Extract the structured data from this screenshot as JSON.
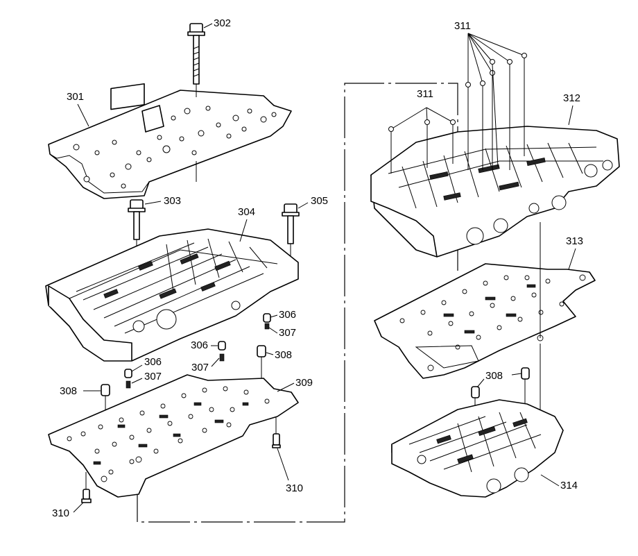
{
  "diagram": {
    "callouts": {
      "c301": "301",
      "c302": "302",
      "c303": "303",
      "c304": "304",
      "c305": "305",
      "c306a": "306",
      "c307a": "307",
      "c306b": "306",
      "c307b": "307",
      "c306c": "306",
      "c307c": "307",
      "c308a": "308",
      "c308b": "308",
      "c308c": "308",
      "c309": "309",
      "c310a": "310",
      "c310b": "310",
      "c311a": "311",
      "c311b": "311",
      "c312": "312",
      "c313": "313",
      "c314": "314"
    }
  }
}
